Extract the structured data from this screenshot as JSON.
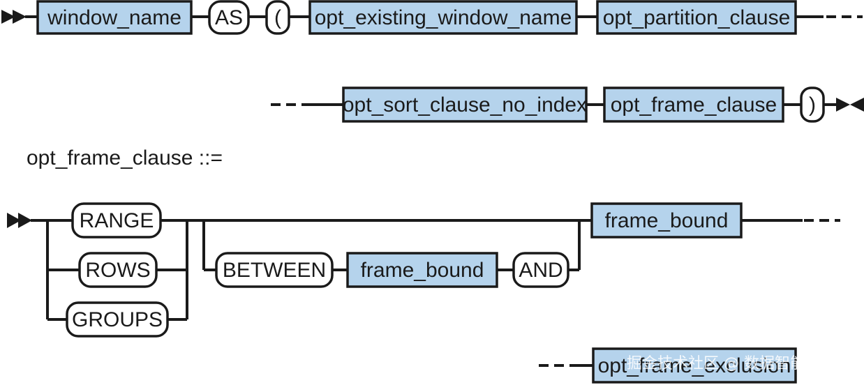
{
  "row1": {
    "window_name": "window_name",
    "as": "AS",
    "lparen": "(",
    "opt_existing_window_name": "opt_existing_window_name",
    "opt_partition_clause": "opt_partition_clause"
  },
  "row2": {
    "opt_sort_clause_no_index": "opt_sort_clause_no_index",
    "opt_frame_clause": "opt_frame_clause",
    "rparen": ")"
  },
  "rule_heading": "opt_frame_clause ::=",
  "frame": {
    "range": "RANGE",
    "rows": "ROWS",
    "groups": "GROUPS",
    "between": "BETWEEN",
    "frame_bound_1": "frame_bound",
    "and": "AND",
    "frame_bound_2": "frame_bound",
    "opt_frame_exclusion": "opt_frame_exclusion"
  },
  "watermark": "掘金技术社区 @ 数据智能老司机"
}
